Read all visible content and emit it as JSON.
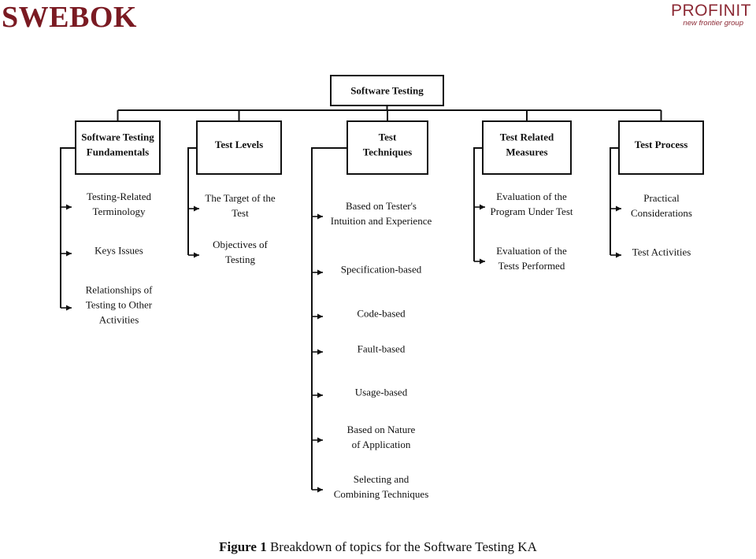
{
  "header": {
    "title": "SWEBOK",
    "logo_main": "PROFINIT",
    "logo_sub": "new frontier group"
  },
  "diagram": {
    "root": "Software Testing",
    "categories": [
      {
        "label": [
          "Software Testing",
          "Fundamentals"
        ],
        "topics": [
          [
            "Testing-Related",
            "Terminology"
          ],
          [
            "Keys Issues"
          ],
          [
            "Relationships of",
            "Testing to Other",
            "Activities"
          ]
        ]
      },
      {
        "label": [
          "Test Levels"
        ],
        "topics": [
          [
            "The Target of the",
            "Test"
          ],
          [
            "Objectives of",
            "Testing"
          ]
        ]
      },
      {
        "label": [
          "Test",
          "Techniques"
        ],
        "topics": [
          [
            "Based on Tester's",
            "Intuition and Experience"
          ],
          [
            "Specification-based"
          ],
          [
            "Code-based"
          ],
          [
            "Fault-based"
          ],
          [
            "Usage-based"
          ],
          [
            "Based on Nature",
            "of Application"
          ],
          [
            "Selecting and",
            "Combining Techniques"
          ]
        ]
      },
      {
        "label": [
          "Test Related",
          "Measures"
        ],
        "topics": [
          [
            "Evaluation of the",
            "Program Under Test"
          ],
          [
            "Evaluation of the",
            "Tests Performed"
          ]
        ]
      },
      {
        "label": [
          "Test Process"
        ],
        "topics": [
          [
            "Practical",
            "Considerations"
          ],
          [
            "Test Activities"
          ]
        ]
      }
    ]
  },
  "caption": {
    "figure_label": "Figure 1",
    "text": " Breakdown of topics for the Software Testing KA"
  }
}
